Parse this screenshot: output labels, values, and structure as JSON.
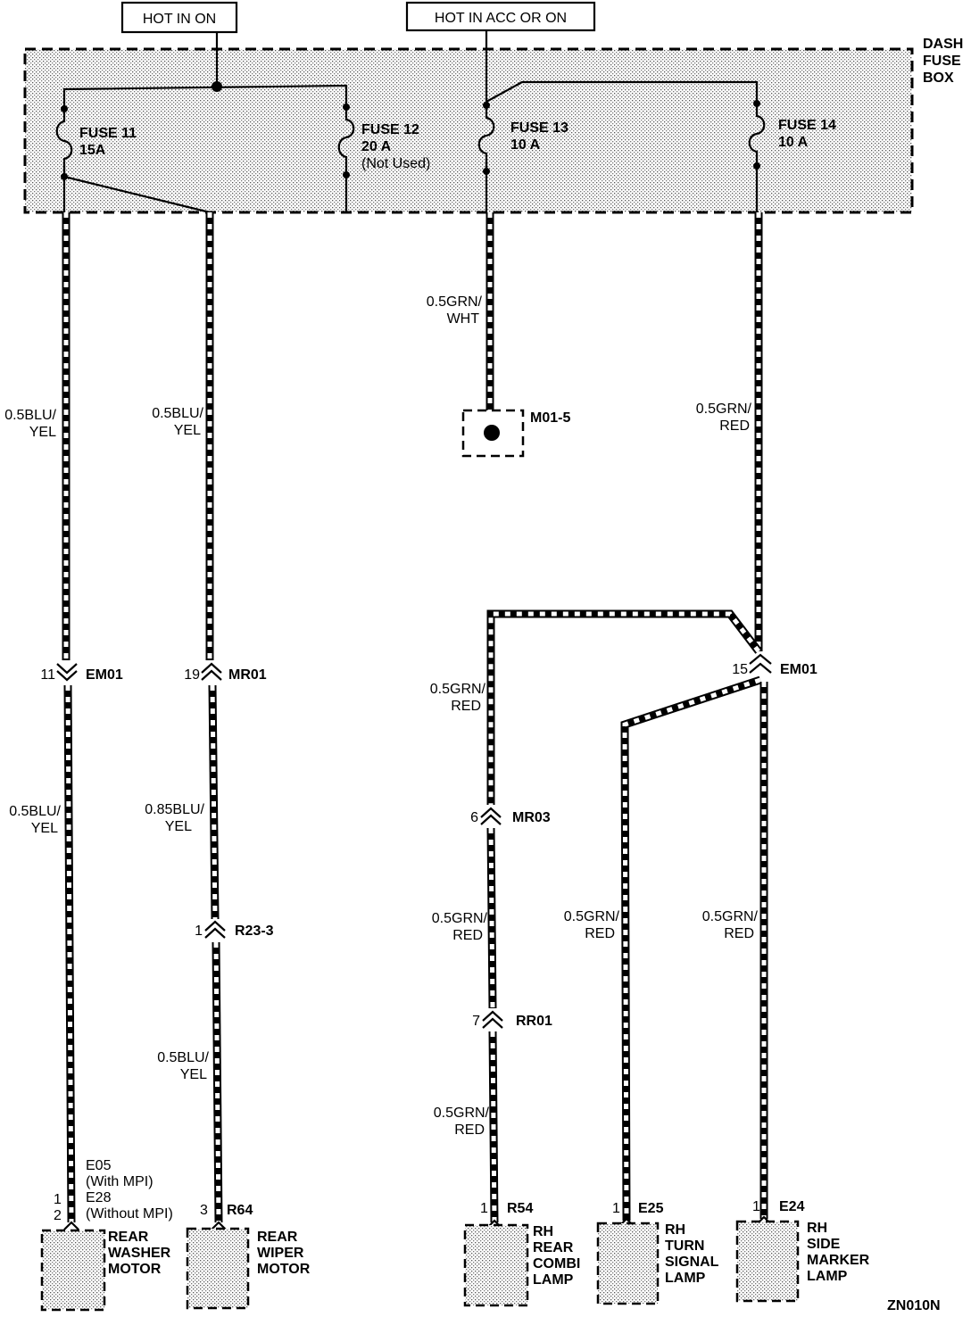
{
  "sources": {
    "hot_on": "HOT IN ON",
    "hot_acc_on": "HOT IN ACC OR ON"
  },
  "fuse_box": {
    "line1": "DASH",
    "line2": "FUSE",
    "line3": "BOX"
  },
  "fuses": [
    {
      "name": "FUSE 11",
      "rating": "15A",
      "note": ""
    },
    {
      "name": "FUSE 12",
      "rating": "20 A",
      "note": "(Not Used)"
    },
    {
      "name": "FUSE 13",
      "rating": "10 A",
      "note": ""
    },
    {
      "name": "FUSE 14",
      "rating": "10 A",
      "note": ""
    }
  ],
  "wire_labels": {
    "w1_top_a": "0.5BLU/",
    "w1_top_b": "YEL",
    "w2_top_a": "0.5BLU/",
    "w2_top_b": "YEL",
    "w3_top_a": "0.5GRN/",
    "w3_top_b": "WHT",
    "w4_top_a": "0.5GRN/",
    "w4_top_b": "RED",
    "w1_mid_a": "0.5BLU/",
    "w1_mid_b": "YEL",
    "w2_mid_a": "0.85BLU/",
    "w2_mid_b": "YEL",
    "w2_low_a": "0.5BLU/",
    "w2_low_b": "YEL",
    "w5_a_a": "0.5GRN/",
    "w5_a_b": "RED",
    "w5_b_a": "0.5GRN/",
    "w5_b_b": "RED",
    "w5_c_a": "0.5GRN/",
    "w5_c_b": "RED",
    "w6_a": "0.5GRN/",
    "w6_b": "RED",
    "w7_a": "0.5GRN/",
    "w7_b": "RED"
  },
  "connectors": {
    "em01_left_pin": "11",
    "em01_left": "EM01",
    "mr01_pin": "19",
    "mr01": "MR01",
    "r233_pin": "1",
    "r233": "R23-3",
    "m015": "M01-5",
    "em01_right_pin": "15",
    "em01_right": "EM01",
    "mr03_pin": "6",
    "mr03": "MR03",
    "rr01_pin": "7",
    "rr01": "RR01"
  },
  "loads": {
    "washer": {
      "conn_a": "E05",
      "conn_a_note": "(With MPI)",
      "conn_b": "E28",
      "conn_b_note": "(Without MPI)",
      "pin_a": "1",
      "pin_b": "2",
      "name1": "REAR",
      "name2": "WASHER",
      "name3": "MOTOR"
    },
    "wiper": {
      "pin": "3",
      "conn": "R64",
      "name1": "REAR",
      "name2": "WIPER",
      "name3": "MOTOR"
    },
    "combi": {
      "pin": "1",
      "conn": "R54",
      "name1": "RH",
      "name2": "REAR",
      "name3": "COMBI",
      "name4": "LAMP"
    },
    "turn": {
      "pin": "1",
      "conn": "E25",
      "name1": "RH",
      "name2": "TURN",
      "name3": "SIGNAL",
      "name4": "LAMP"
    },
    "marker": {
      "pin": "1",
      "conn": "E24",
      "name1": "RH",
      "name2": "SIDE",
      "name3": "MARKER",
      "name4": "LAMP"
    }
  },
  "diagram_code": "ZN010N"
}
